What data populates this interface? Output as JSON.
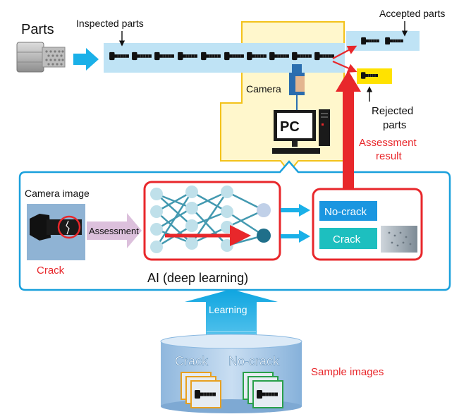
{
  "labels": {
    "parts": "Parts",
    "inspected_parts": "Inspected parts",
    "accepted_parts": "Accepted parts",
    "rejected_parts_line1": "Rejected",
    "rejected_parts_line2": "parts",
    "camera": "Camera",
    "pc": "PC",
    "assessment_result_line1": "Assessment",
    "assessment_result_line2": "result",
    "camera_image": "Camera image",
    "assessment": "Assessment",
    "crack_caption": "Crack",
    "ai_title": "AI (deep learning)",
    "no_crack_box": "No-crack",
    "crack_box": "Crack",
    "learning": "Learning",
    "db_crack": "Crack",
    "db_no_crack": "No-crack",
    "sample_images": "Sample images"
  },
  "colors": {
    "belt": "#bfe3f5",
    "panel_border": "#1aa0dc",
    "accent_red": "#e8272b",
    "yellow_panel": "#fff7cc",
    "yellow_border": "#f3c21b",
    "teal": "#1dbfbf",
    "no_crack_blue": "#1a96e0",
    "assessment_arrow": "#dcc0dc",
    "node": "#bfe0ea",
    "edge": "#2f8fa8",
    "db_face": "#8ab8e0"
  },
  "icons": [
    "bolt-icon",
    "camera-icon",
    "pc-monitor-icon",
    "pc-tower-icon",
    "keyboard-icon",
    "arrow-icon",
    "crack-marker-icon"
  ]
}
